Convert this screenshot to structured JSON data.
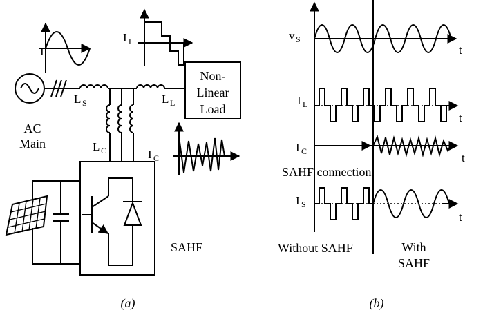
{
  "panel_a": {
    "caption": "(a)",
    "source_current_label": "I",
    "load_current_label": "I",
    "load_current_sub": "L",
    "source_inductor_label": "L",
    "source_inductor_sub": "S",
    "load_inductor_label": "L",
    "load_inductor_sub": "L",
    "filter_inductor_label": "L",
    "filter_inductor_sub": "C",
    "comp_current_label": "I",
    "comp_current_sub": "C",
    "ac_main_line1": "AC",
    "ac_main_line2": "Main",
    "load_line1": "Non-",
    "load_line2": "Linear",
    "load_line3": "Load",
    "sahf_label": "SAHF"
  },
  "panel_b": {
    "caption": "(b)",
    "vs_label": "v",
    "vs_sub": "S",
    "il_label": "I",
    "il_sub": "L",
    "ic_label": "I",
    "ic_sub": "C",
    "is_label": "I",
    "is_sub": "S",
    "time_label": "t",
    "connection_label": "SAHF connection",
    "without_label": "Without SAHF",
    "with_line1": "With",
    "with_line2": "SAHF"
  }
}
